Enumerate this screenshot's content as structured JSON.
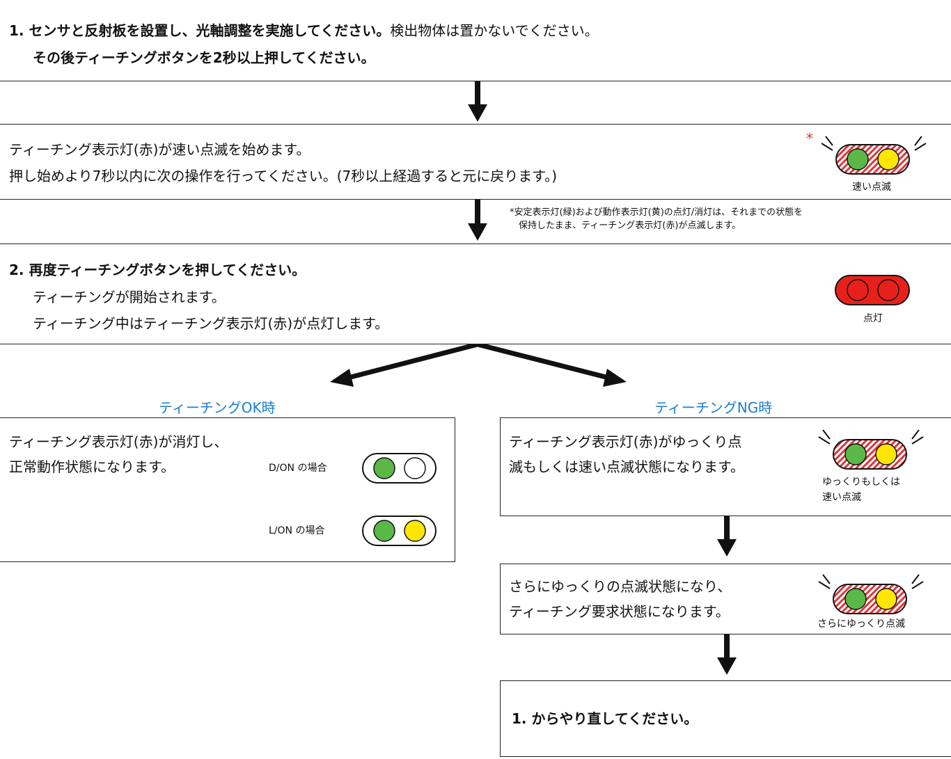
{
  "step1": {
    "bold": "1. センサと反射板を設置し、光軸調整を実施してください。",
    "normal": "検出物体は置かないでください。",
    "line2": "その後ティーチングボタンを2秒以上押してください。"
  },
  "step_fast": {
    "line1": "ティーチング表示灯(赤)が速い点滅を始めます。",
    "line2": "押し始めより7秒以内に次の操作を行ってください。(7秒以上経過すると元に戻ります。)",
    "asterisk": "*",
    "lamp_label": "速い点滅"
  },
  "footnote": {
    "line1": "*安定表示灯(緑)および動作表示灯(黄)の点灯/消灯は、それまでの状態を",
    "line2": "保持したまま、ティーチング表示灯(赤)が点滅します。"
  },
  "step2": {
    "title": "2. 再度ティーチングボタンを押してください。",
    "line1": "ティーチングが開始されます。",
    "line2": "ティーチング中はティーチング表示灯(赤)が点灯します。",
    "lamp_label": "点灯"
  },
  "ok": {
    "heading": "ティーチングOK時",
    "line1": "ティーチング表示灯(赤)が消灯し、",
    "line2": "正常動作状態になります。",
    "don_label": "D/ON の場合",
    "lon_label": "L/ON の場合"
  },
  "ng": {
    "heading": "ティーチングNG時",
    "line1": "ティーチング表示灯(赤)がゆっくり点",
    "line2": "滅もしくは速い点滅状態になります。",
    "lamp_label1": "ゆっくりもしくは",
    "lamp_label2": "速い点滅"
  },
  "slow": {
    "line1": "さらにゆっくりの点滅状態になり、",
    "line2": "ティーチング要求状態になります。",
    "lamp_label": "さらにゆっくり点滅"
  },
  "redo": {
    "text": "1. からやり直してください。"
  },
  "colors": {
    "green": "#5ab946",
    "yellow": "#ffe600",
    "red": "#e8201c",
    "heading_blue": "#1a7fd4",
    "hatch": "#e0333a"
  }
}
